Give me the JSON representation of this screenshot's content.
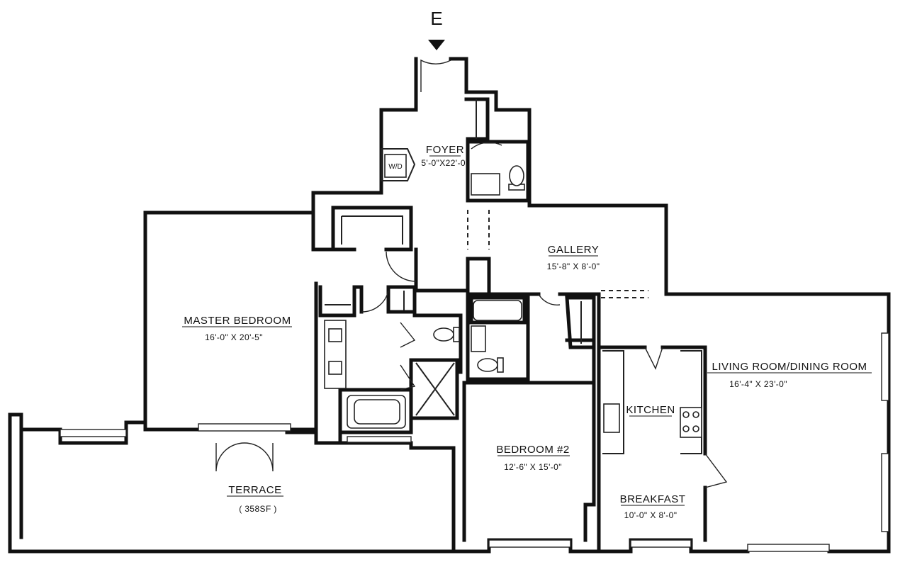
{
  "entry": {
    "label": "E"
  },
  "rooms": {
    "foyer": {
      "name": "FOYER",
      "size": "5'-0\"X22'-0\""
    },
    "gallery": {
      "name": "GALLERY",
      "size": "15'-8\" X 8'-0\""
    },
    "master_bedroom": {
      "name": "MASTER BEDROOM",
      "size": "16'-0\" X 20'-5\""
    },
    "living_dining": {
      "name": "LIVING ROOM/DINING ROOM",
      "size": "16'-4\" X 23'-0\""
    },
    "kitchen": {
      "name": "KITCHEN"
    },
    "bedroom2": {
      "name": "BEDROOM #2",
      "size": "12'-6\" X 15'-0\""
    },
    "breakfast": {
      "name": "BREAKFAST",
      "size": "10'-0\" X 8'-0\""
    },
    "terrace": {
      "name": "TERRACE",
      "area": "( 358SF )"
    }
  },
  "fixtures": {
    "washer_dryer": "W/D"
  }
}
